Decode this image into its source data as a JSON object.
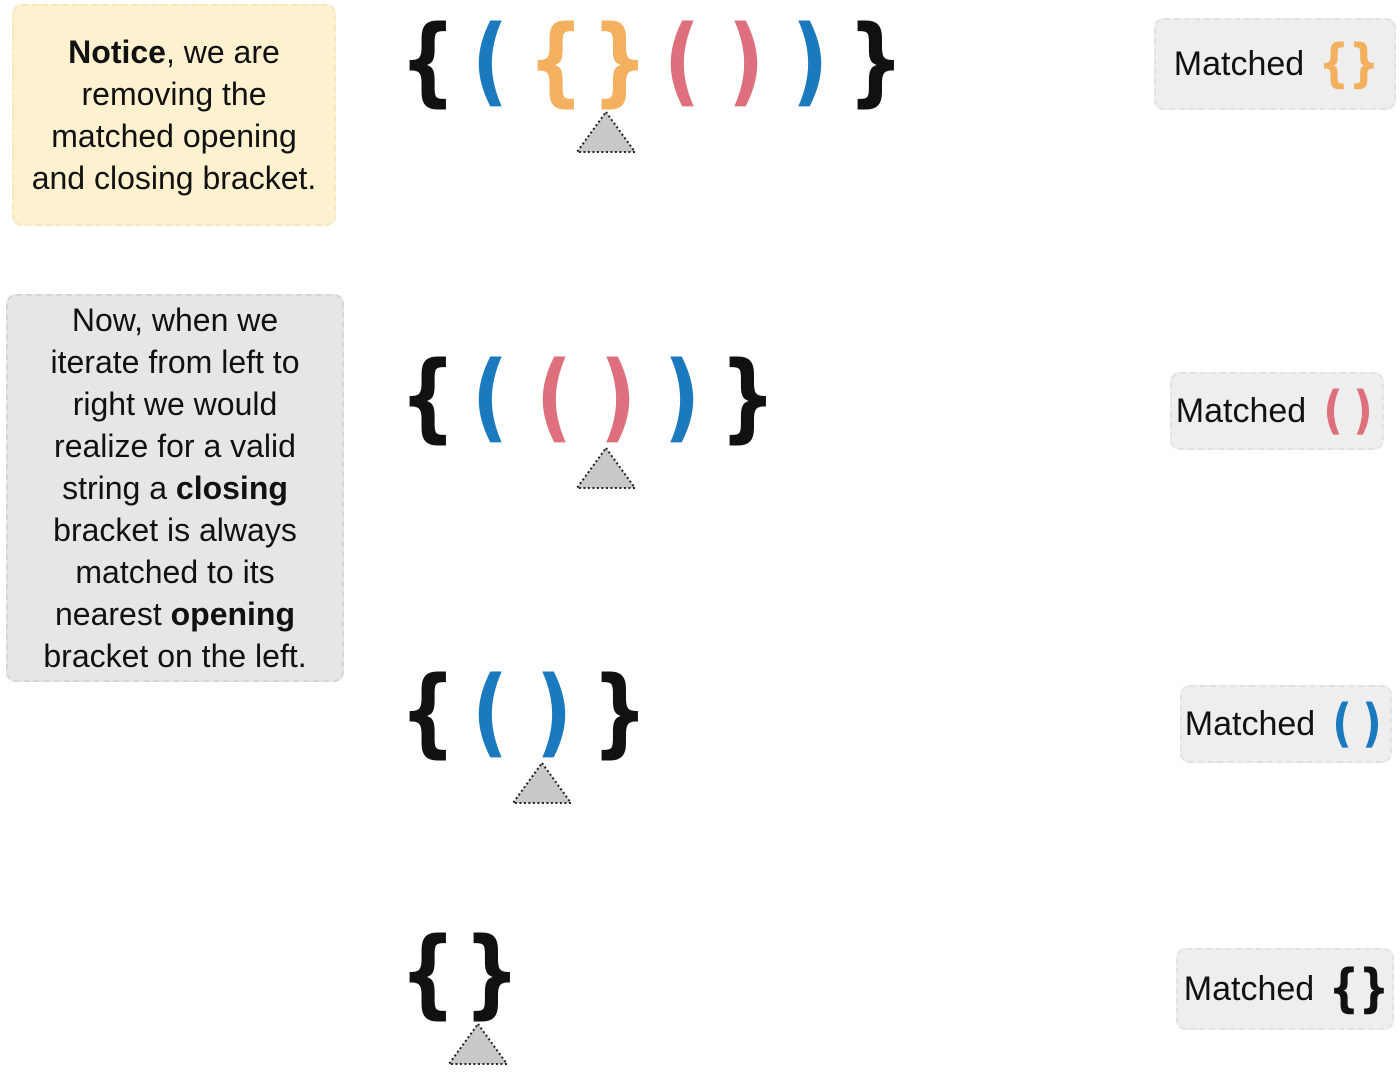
{
  "colors": {
    "black": "#111111",
    "blue": "#1a7abd",
    "orange": "#f3b05f",
    "red": "#dd707c",
    "pointer_fill": "#c8c8c8",
    "note_yellow": "#fdf1d0",
    "note_gray": "#e6e6e6"
  },
  "notes": {
    "notice": {
      "bold": "Notice",
      "line1_rest": ", we are",
      "line2": "removing the",
      "line3": "matched opening",
      "line4": "and closing bracket."
    },
    "explanation": {
      "line1": "Now, when we",
      "line2": "iterate from left to",
      "line3": "right we would",
      "line4": "realize for a valid",
      "line5_pre": "string a ",
      "line5_bold": "closing",
      "line6": "bracket is always",
      "line7": "matched to its",
      "line8_pre": "nearest ",
      "line8_bold": "opening",
      "line9": "bracket on the left."
    }
  },
  "rows": [
    {
      "brackets": [
        {
          "char": "{",
          "color": "black"
        },
        {
          "char": "(",
          "color": "blue"
        },
        {
          "char": "{",
          "color": "orange"
        },
        {
          "char": "}",
          "color": "orange"
        },
        {
          "char": "(",
          "color": "red"
        },
        {
          "char": ")",
          "color": "red"
        },
        {
          "char": ")",
          "color": "blue"
        },
        {
          "char": "}",
          "color": "black"
        }
      ],
      "pointer_index": 3,
      "matched": {
        "label": "Matched",
        "open": "{",
        "close": "}",
        "color": "orange"
      }
    },
    {
      "brackets": [
        {
          "char": "{",
          "color": "black"
        },
        {
          "char": "(",
          "color": "blue"
        },
        {
          "char": "(",
          "color": "red"
        },
        {
          "char": ")",
          "color": "red"
        },
        {
          "char": ")",
          "color": "blue"
        },
        {
          "char": "}",
          "color": "black"
        }
      ],
      "pointer_index": 3,
      "matched": {
        "label": "Matched",
        "open": "(",
        "close": ")",
        "color": "red"
      }
    },
    {
      "brackets": [
        {
          "char": "{",
          "color": "black"
        },
        {
          "char": "(",
          "color": "blue"
        },
        {
          "char": ")",
          "color": "blue"
        },
        {
          "char": "}",
          "color": "black"
        }
      ],
      "pointer_index": 2,
      "matched": {
        "label": "Matched",
        "open": "(",
        "close": ")",
        "color": "blue"
      }
    },
    {
      "brackets": [
        {
          "char": "{",
          "color": "black"
        },
        {
          "char": "}",
          "color": "black"
        }
      ],
      "pointer_index": 1,
      "matched": {
        "label": "Matched",
        "open": "{",
        "close": "}",
        "color": "black"
      }
    }
  ]
}
